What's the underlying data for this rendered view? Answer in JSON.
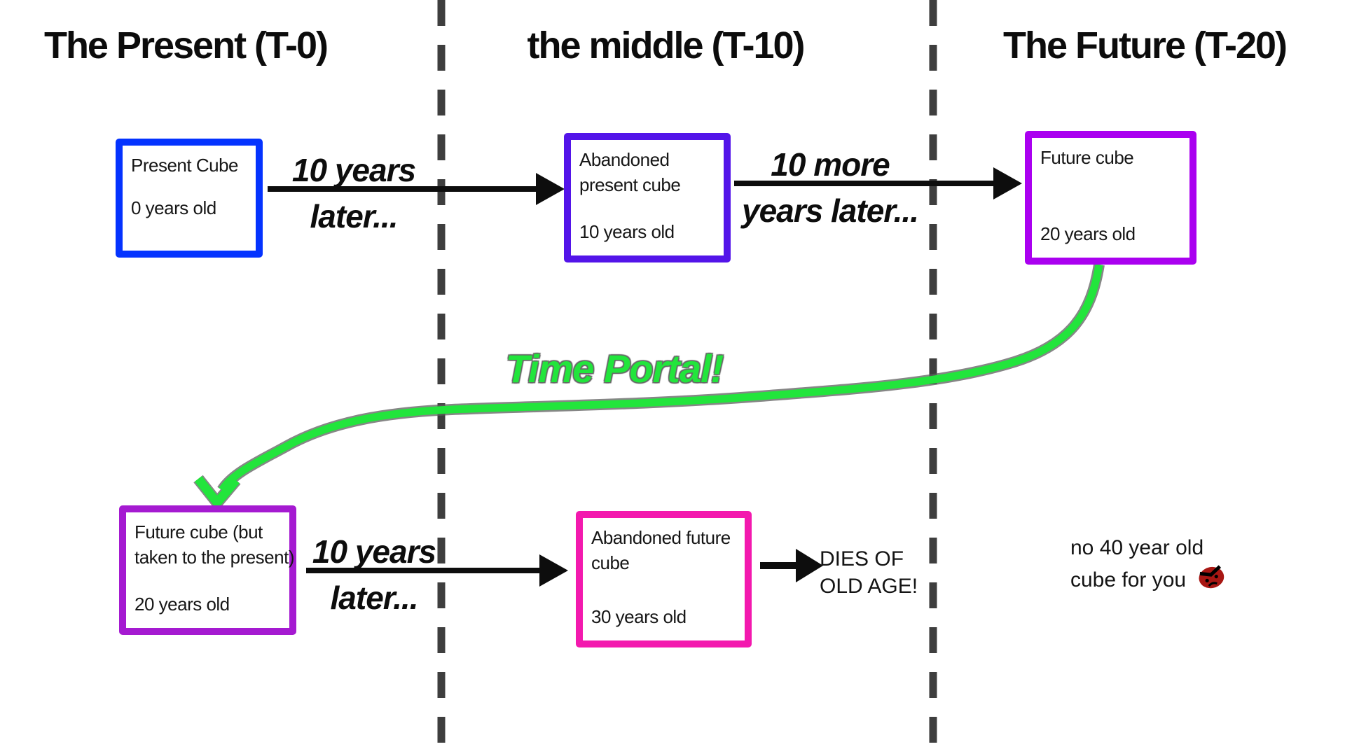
{
  "titles": {
    "present": "The Present (T-0)",
    "middle": "the middle (T-10)",
    "future": "The Future (T-20)"
  },
  "boxes": {
    "present": {
      "line1": "Present Cube",
      "line2": "",
      "age": "0 years old"
    },
    "abandoned_present": {
      "line1": "Abandoned",
      "line2": "present cube",
      "age": "10 years old"
    },
    "future": {
      "line1": "Future cube",
      "line2": "",
      "age": "20 years old"
    },
    "future_taken": {
      "line1": "Future cube (but",
      "line2": "taken to the present)",
      "age": "20 years old"
    },
    "abandoned_future": {
      "line1": "Abandoned future",
      "line2": "cube",
      "age": "30 years old"
    }
  },
  "arrow_labels": {
    "first": {
      "top": "10 years",
      "bottom": "later..."
    },
    "second": {
      "top": "10 more",
      "bottom": "years later..."
    },
    "third": {
      "top": "10 years",
      "bottom": "later..."
    }
  },
  "portal_label": "Time Portal!",
  "death_note": {
    "line1": "DIES OF",
    "line2": "OLD AGE!"
  },
  "footnote": {
    "line1": "no 40 year old",
    "line2": "cube for you"
  },
  "icons": {
    "angry_face": "angry-face"
  },
  "colors": {
    "present_border": "#0433ff",
    "abandoned_present_border": "#5314e9",
    "future_border": "#aa00f0",
    "future_taken_border": "#a51ad1",
    "abandoned_future_border": "#f319ae",
    "portal_green": "#22e53c",
    "portal_outline": "#5e5e5e",
    "divider": "#3e3e3e",
    "arrow_black": "#0d0d0d",
    "emoji_red": "#a81713"
  }
}
